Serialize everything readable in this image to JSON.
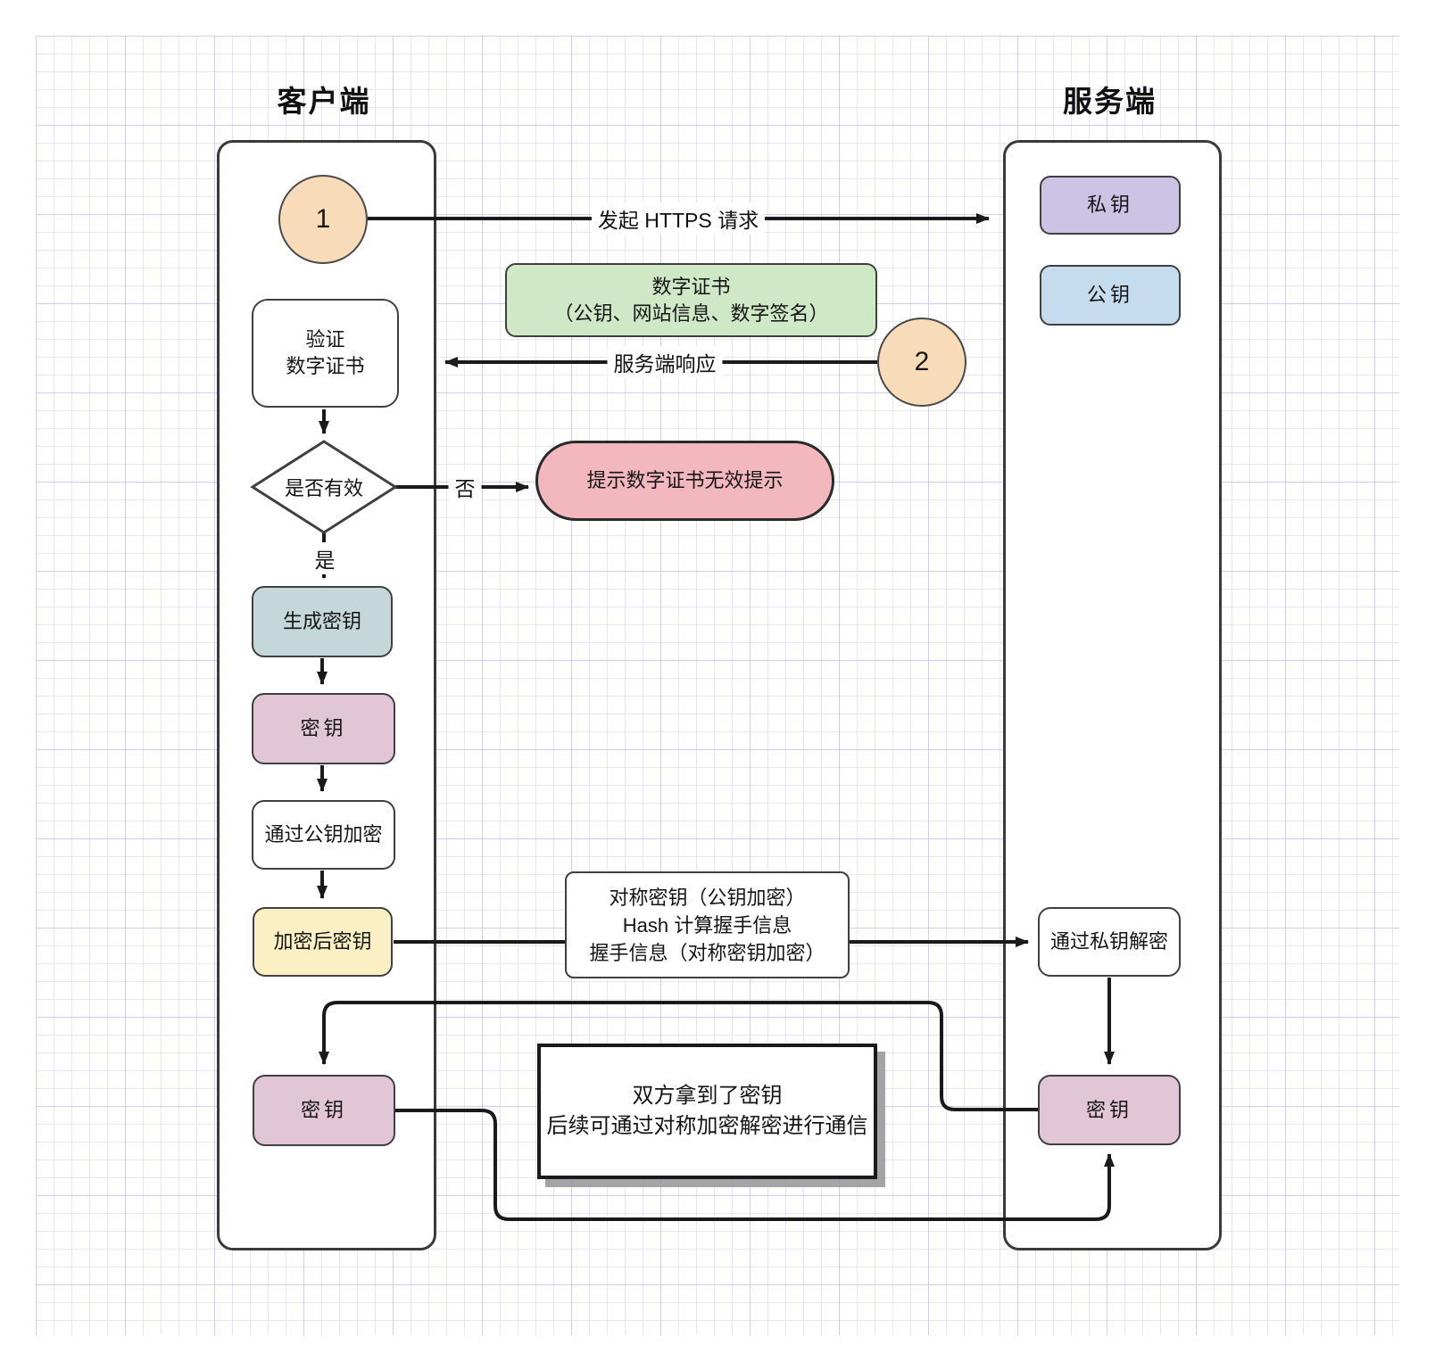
{
  "lanes": {
    "client": {
      "title": "客户端"
    },
    "server": {
      "title": "服务端"
    }
  },
  "nodes": {
    "step1_badge": "1",
    "step2_badge": "2",
    "verify_cert": {
      "line1": "验证",
      "line2": "数字证书"
    },
    "validity_check": "是否有效",
    "invalid_prompt": "提示数字证书无效提示",
    "generate_key": "生成密钥",
    "client_key": "密钥",
    "encrypt_with_public_key": "通过公钥加密",
    "encrypted_key": "加密后密钥",
    "client_final_key": "密钥",
    "private_key": "私钥",
    "public_key": "公钥",
    "certificate": {
      "line1": "数字证书",
      "line2": "（公钥、网站信息、数字签名）"
    },
    "decrypt_with_private_key": "通过私钥解密",
    "server_final_key": "密钥"
  },
  "edges": {
    "https_request": "发起 HTTPS 请求",
    "server_response": "服务端响应",
    "no_label": "否",
    "yes_label": "是"
  },
  "notes": {
    "payload": {
      "line1": "对称密钥（公钥加密）",
      "line2": "Hash 计算握手信息",
      "line3": "握手信息（对称密钥加密）"
    },
    "summary": {
      "line1": "双方拿到了密钥",
      "line2": "后续可通过对称加密解密进行通信"
    }
  },
  "colors": {
    "badge_peach": "#f8dcba",
    "private_key_purple": "#cdc3e4",
    "public_key_blue": "#c4dcee",
    "certificate_green": "#cfe8c6",
    "invalid_red": "#f2b8bd",
    "generate_teal": "#c5d7d8",
    "key_pink": "#e3c6d5",
    "encrypted_yellow": "#fbf0c4",
    "connector_dark": "#1a1a1a",
    "grid_line": "#d6d3f2"
  }
}
